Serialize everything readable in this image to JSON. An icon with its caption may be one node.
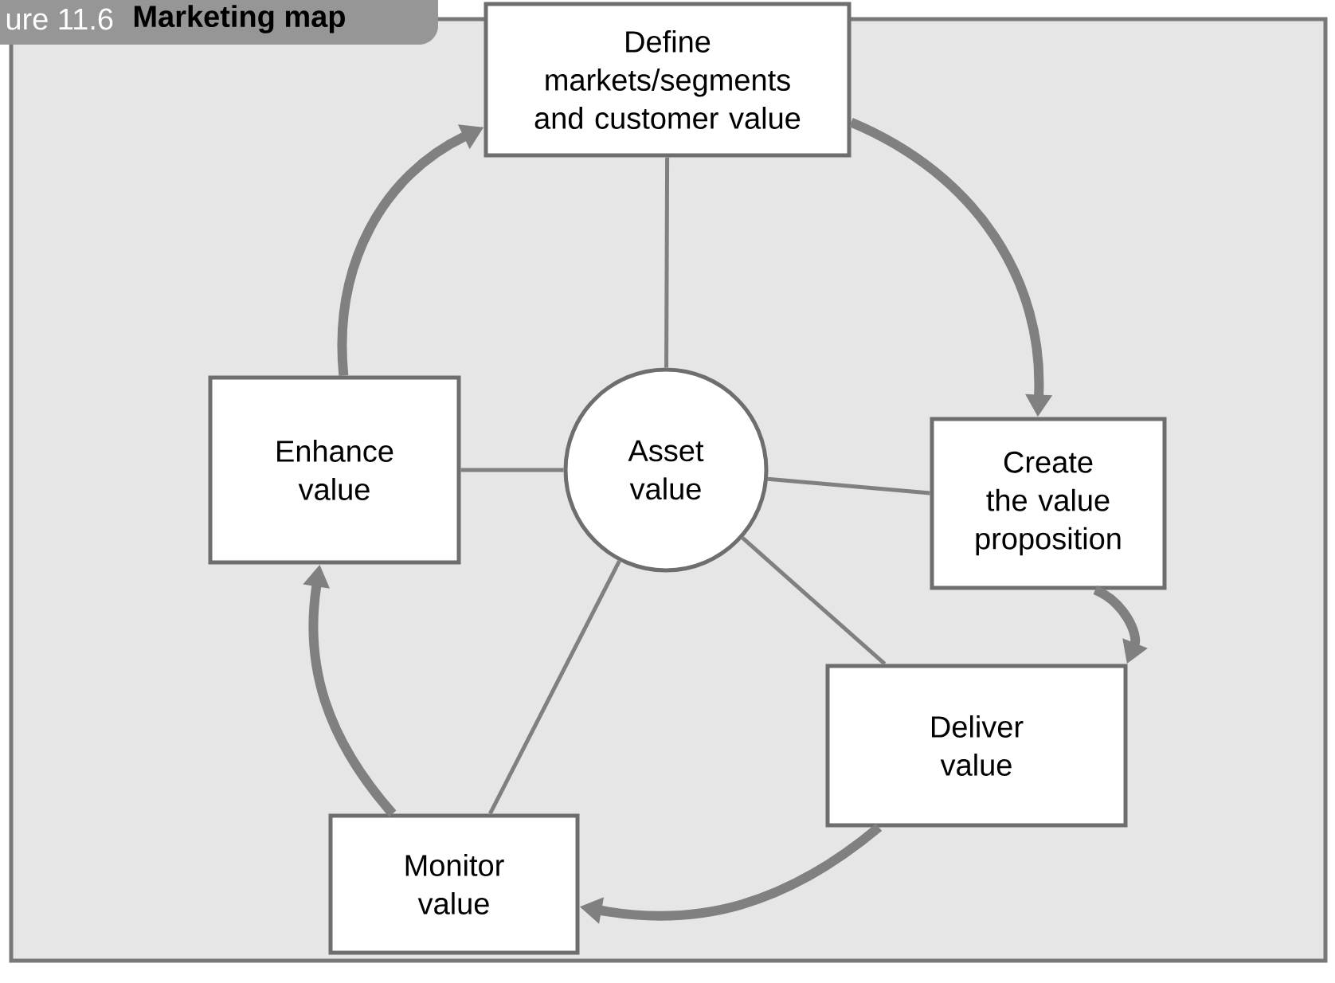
{
  "diagram": {
    "title": "Marketing map",
    "nodes": [
      {
        "text": [
          "Define markets/segments and customer value"
        ]
      },
      {
        "text": [
          "Create the value proposition"
        ]
      },
      {
        "text": [
          "Deliver value"
        ]
      },
      {
        "text": [
          "Monitor value"
        ]
      },
      {
        "text": [
          "Enhance value"
        ]
      },
      {
        "text": [
          "Asset value"
        ]
      }
    ],
    "edges": [
      {
        "from": 0,
        "to": 1,
        "arrow": "to",
        "style": "thick"
      },
      {
        "from": 1,
        "to": 2,
        "arrow": "to",
        "style": "thick"
      },
      {
        "from": 2,
        "to": 3,
        "arrow": "to",
        "style": "thick"
      },
      {
        "from": 3,
        "to": 4,
        "arrow": "to",
        "style": "thick"
      },
      {
        "from": 4,
        "to": 0,
        "arrow": "to",
        "style": "thick"
      },
      {
        "from": 5,
        "to": 0,
        "arrow": "none"
      },
      {
        "from": 5,
        "to": 1,
        "arrow": "none"
      },
      {
        "from": 5,
        "to": 2,
        "arrow": "none"
      },
      {
        "from": 5,
        "to": 3,
        "arrow": "none"
      },
      {
        "from": 5,
        "to": 4,
        "arrow": "none"
      }
    ],
    "labels": [
      "ure 11.6"
    ]
  }
}
